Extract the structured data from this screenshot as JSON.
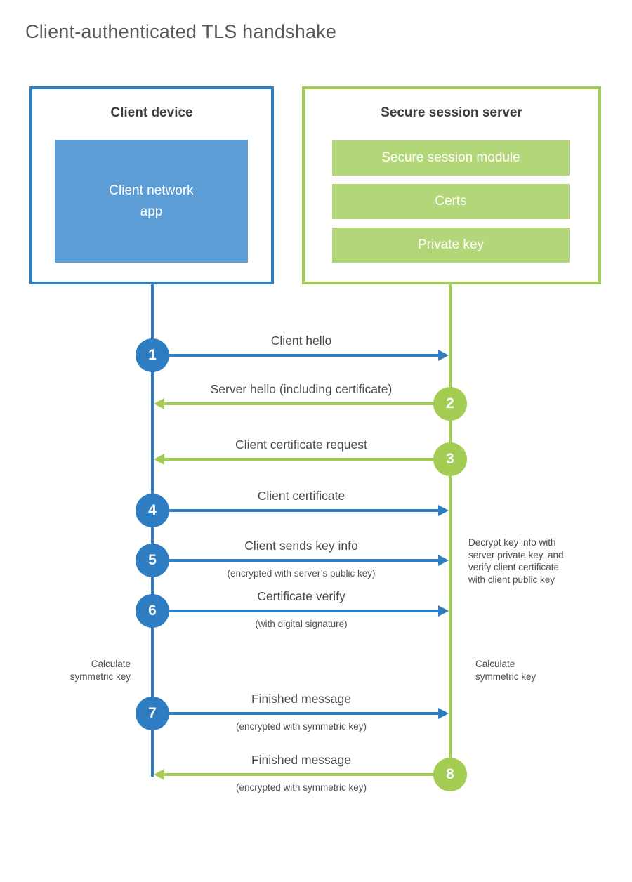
{
  "title": "Client-authenticated TLS handshake",
  "client": {
    "title": "Client device",
    "app": "Client network\napp"
  },
  "server": {
    "title": "Secure session server",
    "modules": [
      "Secure session module",
      "Certs",
      "Private key"
    ]
  },
  "steps": [
    {
      "num": "1",
      "label": "Client hello",
      "sub": "",
      "direction": "client-to-server"
    },
    {
      "num": "2",
      "label": "Server hello (including certificate)",
      "sub": "",
      "direction": "server-to-client"
    },
    {
      "num": "3",
      "label": "Client certificate request",
      "sub": "",
      "direction": "server-to-client"
    },
    {
      "num": "4",
      "label": "Client certificate",
      "sub": "",
      "direction": "client-to-server"
    },
    {
      "num": "5",
      "label": "Client sends key info",
      "sub": "(encrypted with server’s public key)",
      "direction": "client-to-server"
    },
    {
      "num": "6",
      "label": "Certificate verify",
      "sub": "(with digital signature)",
      "direction": "client-to-server"
    },
    {
      "num": "7",
      "label": "Finished message",
      "sub": "(encrypted with symmetric key)",
      "direction": "client-to-server"
    },
    {
      "num": "8",
      "label": "Finished message",
      "sub": "(encrypted with symmetric key)",
      "direction": "server-to-client"
    }
  ],
  "notes": {
    "decrypt": "Decrypt key info with\nserver private key, and\nverify client certificate\nwith client public key",
    "calc_left": "Calculate\nsymmetric key",
    "calc_right": "Calculate\nsymmetric key"
  },
  "colors": {
    "client_blue": "#2e7cc1",
    "client_app_fill": "#5d9dd5",
    "server_green": "#a3cc52",
    "server_bar_fill": "#b3d678",
    "label_text": "#4a4a4a",
    "title_text": "#58595b"
  }
}
